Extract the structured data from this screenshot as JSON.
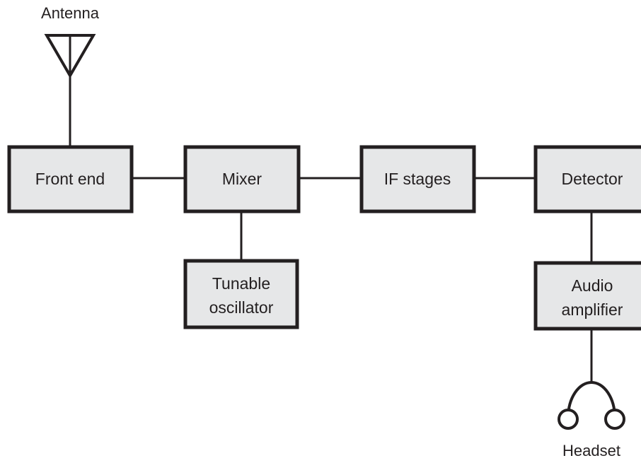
{
  "colors": {
    "line": "#231f20",
    "block_fill": "#e6e7e8",
    "background": "#ffffff"
  },
  "antenna": {
    "label": "Antenna",
    "icon": "antenna-icon"
  },
  "blocks": {
    "front_end": {
      "label": "Front end"
    },
    "mixer": {
      "label": "Mixer"
    },
    "if_stages": {
      "label": "IF stages"
    },
    "detector": {
      "label": "Detector"
    },
    "tunable_oscillator": {
      "line1": "Tunable",
      "line2": "oscillator"
    },
    "audio_amplifier": {
      "line1": "Audio",
      "line2": "amplifier"
    }
  },
  "headset": {
    "label": "Headset",
    "icon": "headset-icon"
  }
}
